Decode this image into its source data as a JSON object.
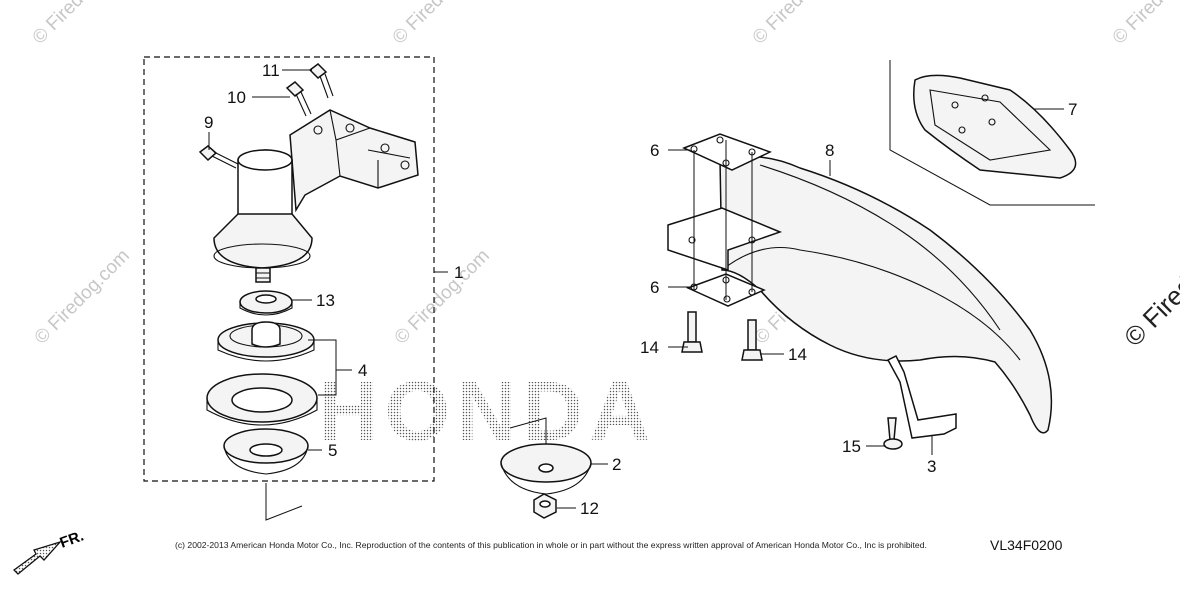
{
  "diagram": {
    "watermark_text": "© Firedog.com",
    "brand_watermark": "HONDA",
    "direction_label": "FR.",
    "copyright": "(c) 2002-2013 American Honda Motor Co., Inc. Reproduction of the contents of this publication in whole or in part without the express written approval of American Honda Motor Co., Inc is prohibited.",
    "diagram_code": "VL34F0200",
    "callouts": {
      "p1": "1",
      "p2": "2",
      "p3": "3",
      "p4": "4",
      "p5": "5",
      "p6a": "6",
      "p6b": "6",
      "p7": "7",
      "p8": "8",
      "p9": "9",
      "p10": "10",
      "p11": "11",
      "p12": "12",
      "p13": "13",
      "p14a": "14",
      "p14b": "14",
      "p15": "15"
    }
  }
}
